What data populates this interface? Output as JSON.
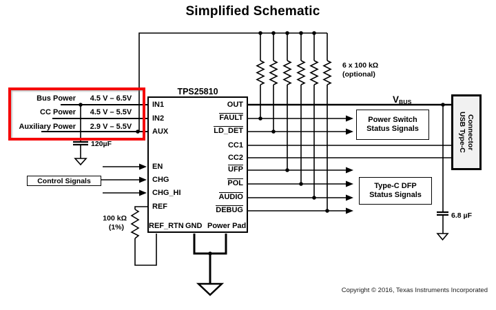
{
  "title": "Simplified Schematic",
  "ic": {
    "name": "TPS25810",
    "left_pins": [
      "IN1",
      "IN2",
      "AUX",
      "EN",
      "CHG",
      "CHG_HI",
      "REF"
    ],
    "right_pins": [
      "OUT",
      "FAULT",
      "LD_DET",
      "CC1",
      "CC2",
      "UFP",
      "POL",
      "AUDIO",
      "DEBUG"
    ],
    "bottom_pins": [
      "REF_RTN",
      "GND",
      "Power Pad"
    ]
  },
  "power_inputs": {
    "rows": [
      {
        "label": "Bus Power",
        "range": "4.5 V – 6.5V"
      },
      {
        "label": "CC Power",
        "range": "4.5 V – 5.5V"
      },
      {
        "label": "Auxiliary Power",
        "range": "2.9 V – 5.5V"
      }
    ],
    "highlight_color": "#f50507"
  },
  "components": {
    "bulk_cap": "120µF",
    "ref_resistor": {
      "value": "100 kΩ",
      "tolerance": "(1%)"
    },
    "pullups": {
      "value": "6 x 100 kΩ",
      "note": "(optional)"
    },
    "vbus_cap": "6.8 µF"
  },
  "labels": {
    "vbus_main": "V",
    "vbus_sub": "BUS"
  },
  "boxes": {
    "control": "Control Signals",
    "power_switch": {
      "line1": "Power Switch",
      "line2": "Status Signals"
    },
    "dfp": {
      "line1": "Type-C DFP",
      "line2": "Status Signals"
    },
    "connector": {
      "line1": "USB Type-C",
      "line2": "Connector"
    }
  },
  "footer": {
    "copyright": "Copyright © 2016, Texas Instruments Incorporated"
  }
}
